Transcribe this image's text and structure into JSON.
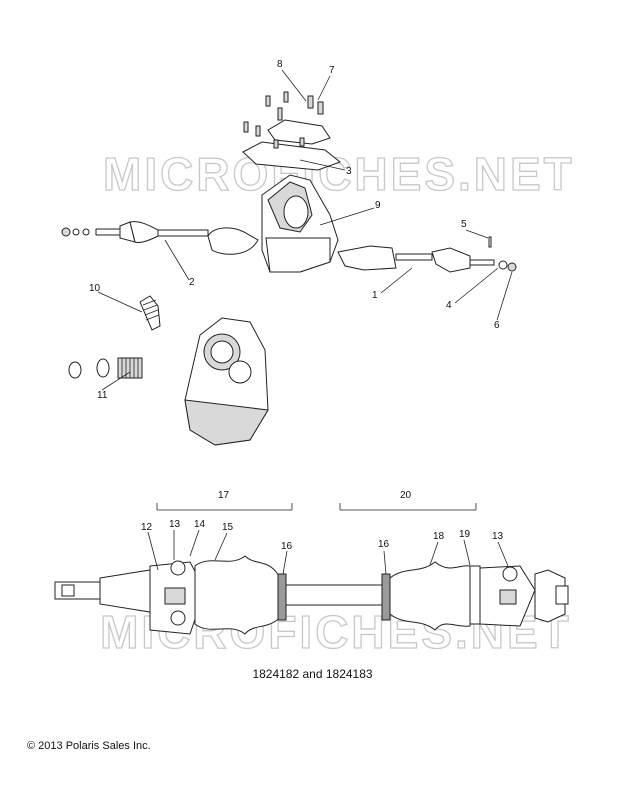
{
  "watermarks": [
    "MICROFICHES.NET",
    "MICROFICHES.NET"
  ],
  "callouts": [
    "1",
    "2",
    "3",
    "4",
    "5",
    "6",
    "7",
    "8",
    "9",
    "10",
    "11",
    "12",
    "13",
    "14",
    "15",
    "16",
    "17",
    "18",
    "19",
    "20",
    "16",
    "13"
  ],
  "caption": "1824182 and 1824183",
  "copyright": "© 2013 Polaris Sales Inc."
}
